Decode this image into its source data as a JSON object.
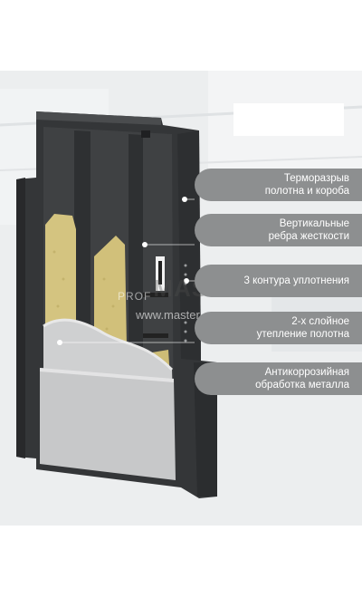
{
  "callouts": [
    {
      "lines": [
        "Терморазрыв",
        "полотна и короба"
      ]
    },
    {
      "lines": [
        "Вертикальные",
        "ребра жесткости"
      ]
    },
    {
      "lines": [
        "3 контура уплотнения"
      ]
    },
    {
      "lines": [
        "2-х слойное",
        "утепление полотна"
      ]
    },
    {
      "lines": [
        "Антикоррозийная",
        "обработка металла"
      ]
    }
  ],
  "watermark": {
    "prefix": "PROF",
    "brand": "MASTER",
    "url": "www.master-p.ru"
  },
  "colors": {
    "frame": "#3b3d3f",
    "frame_dark": "#2a2c2e",
    "insulation": "#d4c480",
    "foam": "#d5d6d7",
    "callout": "#8d8f90"
  }
}
